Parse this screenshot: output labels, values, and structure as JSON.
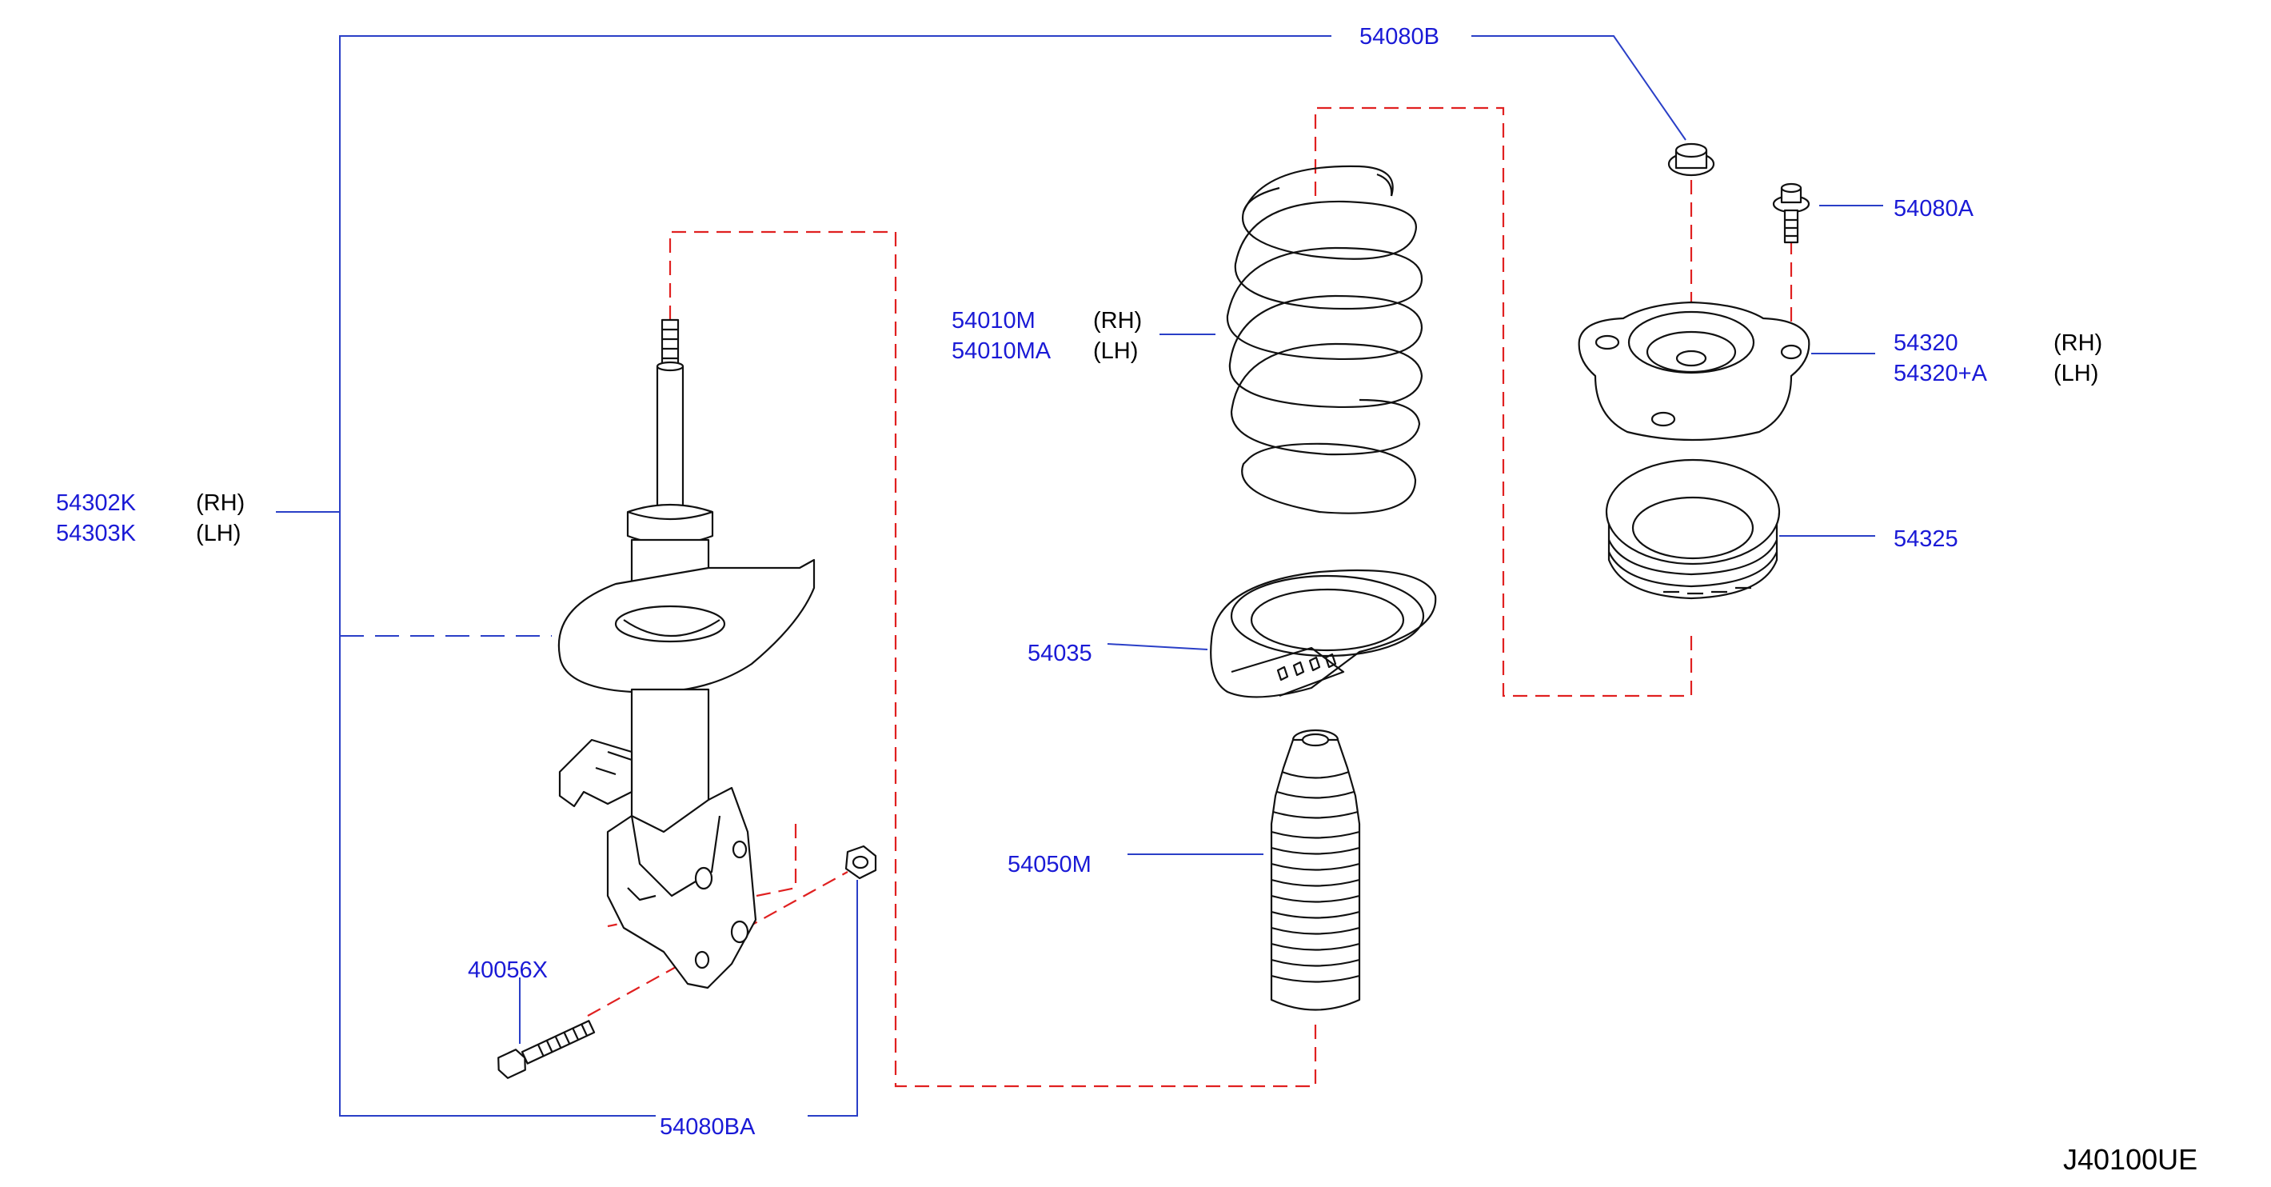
{
  "diagram_code": "J40100UE",
  "parts": {
    "p54080B": "54080B",
    "p54080A": "54080A",
    "p54010M": "54010M",
    "p54010MA": "54010MA",
    "p54320": "54320",
    "p54320A": "54320+A",
    "p54302K": "54302K",
    "p54303K": "54303K",
    "p54325": "54325",
    "p54035": "54035",
    "p54050M": "54050M",
    "p40056X": "40056X",
    "p54080BA": "54080BA"
  },
  "sides": {
    "rh": "(RH)",
    "lh": "(LH)"
  },
  "colors": {
    "part_number": "#1a1ad6",
    "leader_line": "#2a3fc7",
    "assembly_dash": "#e02020",
    "drawing_line": "#111111"
  }
}
